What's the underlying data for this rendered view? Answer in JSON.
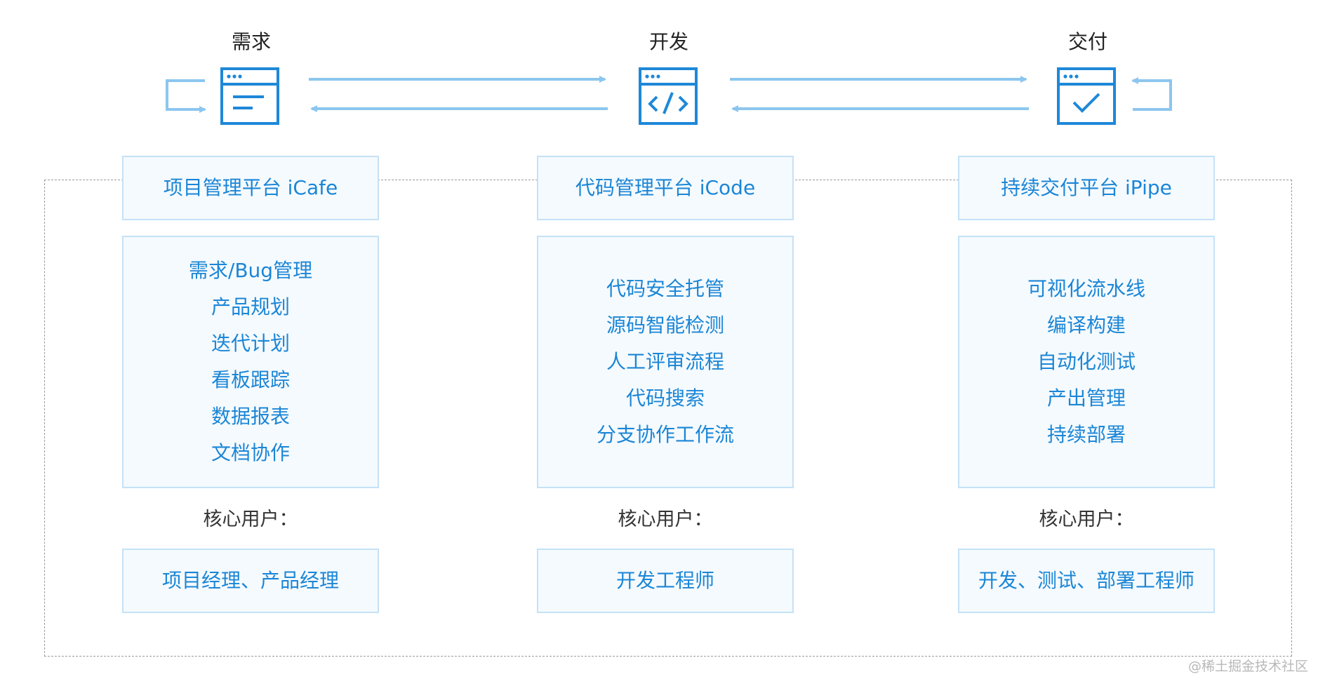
{
  "stages": [
    {
      "title": "需求",
      "icon": "document-window-icon"
    },
    {
      "title": "开发",
      "icon": "code-window-icon"
    },
    {
      "title": "交付",
      "icon": "check-window-icon"
    }
  ],
  "columns": [
    {
      "platform": "项目管理平台 iCafe",
      "features": [
        "需求/Bug管理",
        "产品规划",
        "迭代计划",
        "看板跟踪",
        "数据报表",
        "文档协作"
      ],
      "core_label": "核心用户：",
      "users": "项目经理、产品经理"
    },
    {
      "platform": "代码管理平台 iCode",
      "features": [
        "代码安全托管",
        "源码智能检测",
        "人工评审流程",
        "代码搜索",
        "分支协作工作流"
      ],
      "core_label": "核心用户：",
      "users": "开发工程师"
    },
    {
      "platform": "持续交付平台 iPipe",
      "features": [
        "可视化流水线",
        "编译构建",
        "自动化测试",
        "产出管理",
        "持续部署"
      ],
      "core_label": "核心用户：",
      "users": "开发、测试、部署工程师"
    }
  ],
  "watermark": "@稀土掘金技术社区",
  "colors": {
    "icon_blue": "#1e88d8",
    "arrow_blue": "#8cc6ee",
    "box_border": "#c4e2f7",
    "box_fill": "#f5fafe",
    "text_blue": "#1b86d6"
  }
}
